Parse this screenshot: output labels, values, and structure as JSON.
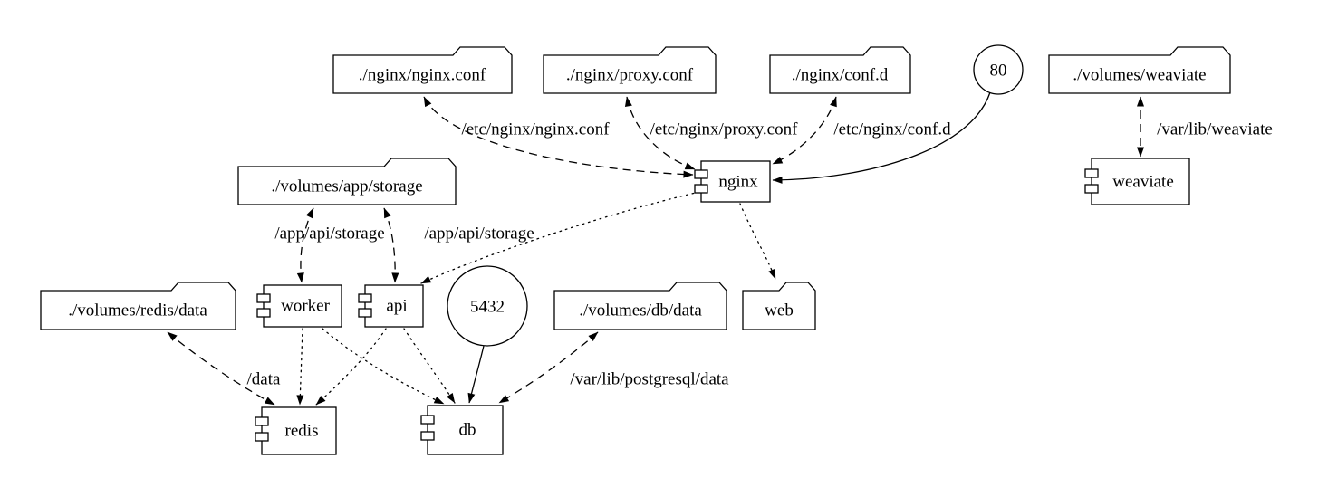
{
  "diagram": {
    "type": "graphviz-style compose service graph",
    "nodes": {
      "nginx_conf_file": {
        "label": "./nginx/nginx.conf",
        "shape": "folder"
      },
      "proxy_conf_file": {
        "label": "./nginx/proxy.conf",
        "shape": "folder"
      },
      "conf_d_dir": {
        "label": "./nginx/conf.d",
        "shape": "folder"
      },
      "port_80": {
        "label": "80",
        "shape": "circle"
      },
      "volumes_weaviate": {
        "label": "./volumes/weaviate",
        "shape": "folder"
      },
      "volumes_app_storage": {
        "label": "./volumes/app/storage",
        "shape": "folder"
      },
      "nginx": {
        "label": "nginx",
        "shape": "component"
      },
      "weaviate": {
        "label": "weaviate",
        "shape": "component"
      },
      "volumes_redis_data": {
        "label": "./volumes/redis/data",
        "shape": "folder"
      },
      "worker": {
        "label": "worker",
        "shape": "component"
      },
      "api": {
        "label": "api",
        "shape": "component"
      },
      "port_5432": {
        "label": "5432",
        "shape": "circle"
      },
      "volumes_db_data": {
        "label": "./volumes/db/data",
        "shape": "folder"
      },
      "web": {
        "label": "web",
        "shape": "folder"
      },
      "redis": {
        "label": "redis",
        "shape": "component"
      },
      "db": {
        "label": "db",
        "shape": "component"
      }
    },
    "edge_labels": {
      "nginx_conf_mount": "/etc/nginx/nginx.conf",
      "proxy_conf_mount": "/etc/nginx/proxy.conf",
      "conf_d_mount": "/etc/nginx/conf.d",
      "weaviate_mount": "/var/lib/weaviate",
      "worker_storage_mount": "/app/api/storage",
      "api_storage_mount": "/app/api/storage",
      "redis_mount": "/data",
      "db_mount": "/var/lib/postgresql/data"
    },
    "edges": [
      {
        "from": "nginx_conf_file",
        "to": "nginx",
        "style": "dashed",
        "direction": "both",
        "label": "/etc/nginx/nginx.conf"
      },
      {
        "from": "proxy_conf_file",
        "to": "nginx",
        "style": "dashed",
        "direction": "both",
        "label": "/etc/nginx/proxy.conf"
      },
      {
        "from": "conf_d_dir",
        "to": "nginx",
        "style": "dashed",
        "direction": "both",
        "label": "/etc/nginx/conf.d"
      },
      {
        "from": "port_80",
        "to": "nginx",
        "style": "solid",
        "direction": "forward",
        "label": ""
      },
      {
        "from": "volumes_weaviate",
        "to": "weaviate",
        "style": "dashed",
        "direction": "both",
        "label": "/var/lib/weaviate"
      },
      {
        "from": "volumes_app_storage",
        "to": "worker",
        "style": "dashed",
        "direction": "both",
        "label": "/app/api/storage"
      },
      {
        "from": "volumes_app_storage",
        "to": "api",
        "style": "dashed",
        "direction": "both",
        "label": "/app/api/storage"
      },
      {
        "from": "nginx",
        "to": "api",
        "style": "dotted",
        "direction": "forward",
        "label": ""
      },
      {
        "from": "nginx",
        "to": "web",
        "style": "dotted",
        "direction": "forward",
        "label": ""
      },
      {
        "from": "worker",
        "to": "redis",
        "style": "dotted",
        "direction": "forward",
        "label": ""
      },
      {
        "from": "worker",
        "to": "db",
        "style": "dotted",
        "direction": "forward",
        "label": ""
      },
      {
        "from": "api",
        "to": "redis",
        "style": "dotted",
        "direction": "forward",
        "label": ""
      },
      {
        "from": "api",
        "to": "db",
        "style": "dotted",
        "direction": "forward",
        "label": ""
      },
      {
        "from": "volumes_redis_data",
        "to": "redis",
        "style": "dashed",
        "direction": "both",
        "label": "/data"
      },
      {
        "from": "volumes_db_data",
        "to": "db",
        "style": "dashed",
        "direction": "both",
        "label": "/var/lib/postgresql/data"
      },
      {
        "from": "port_5432",
        "to": "db",
        "style": "solid",
        "direction": "forward",
        "label": ""
      }
    ]
  }
}
